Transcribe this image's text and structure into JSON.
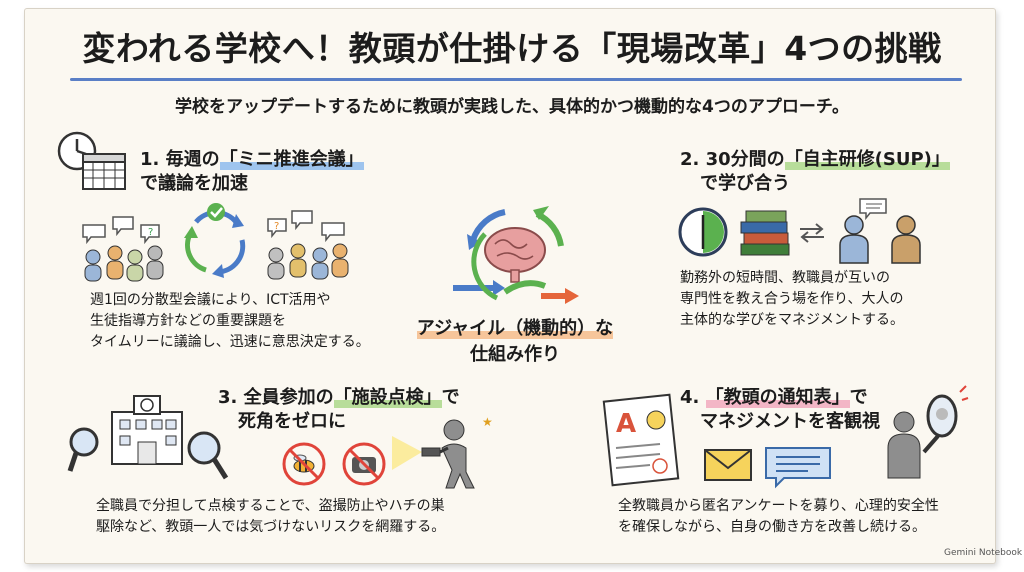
{
  "title": "変われる学校へ！教頭が仕掛ける「現場改革」4つの挑戦",
  "subtitle": "学校をアップデートするために教頭が実践した、具体的かつ機動的な4つのアプローチ。",
  "center": {
    "line1": "アジャイル（機動的）な",
    "line2": "仕組み作り"
  },
  "sections": {
    "s1": {
      "head_prefix": "1. 毎週の",
      "head_highlight": "「ミニ推進会議」",
      "head_line2": "で議論を加速",
      "desc": [
        "週1回の分散型会議により、ICT活用や",
        "生徒指導方針などの重要課題を",
        "タイムリーに議論し、迅速に意思決定する。"
      ]
    },
    "s2": {
      "head_prefix": "2. 30分間の",
      "head_highlight": "「自主研修(SUP)」",
      "head_line2": "で学び合う",
      "desc": [
        "勤務外の短時間、教職員が互いの",
        "専門性を教え合う場を作り、大人の",
        "主体的な学びをマネジメントする。"
      ]
    },
    "s3": {
      "head_prefix": "3. 全員参加の",
      "head_highlight": "「施設点検」",
      "head_suffix": "で",
      "head_line2": "死角をゼロに",
      "desc": [
        "全職員で分担して点検することで、盗撮防止やハチの巣",
        "駆除など、教頭一人では気づけないリスクを網羅する。"
      ]
    },
    "s4": {
      "head_prefix": "4. ",
      "head_highlight": "「教頭の通知表」",
      "head_suffix": "で",
      "head_line2": "マネジメントを客観視",
      "desc": [
        "全教職員から匿名アンケートを募り、心理的安全性",
        "を確保しながら、自身の働き方を改善し続ける。"
      ]
    }
  },
  "icons": {
    "clock": "clock-icon",
    "calendar": "calendar-icon",
    "meeting": "meeting-people-icon",
    "cycle": "cycle-arrows-icon",
    "brain": "brain-icon",
    "books": "books-icon",
    "teaching": "teaching-people-icon",
    "school": "school-building-icon",
    "magnifier": "magnifier-icon",
    "no_wasp": "no-wasp-icon",
    "no_camera": "no-camera-icon",
    "flashlight_person": "flashlight-person-icon",
    "report_card": "report-card-icon",
    "envelope": "envelope-icon",
    "chat": "chat-icon",
    "mirror_person": "mirror-person-icon"
  },
  "brand": "Gemini Notebook"
}
